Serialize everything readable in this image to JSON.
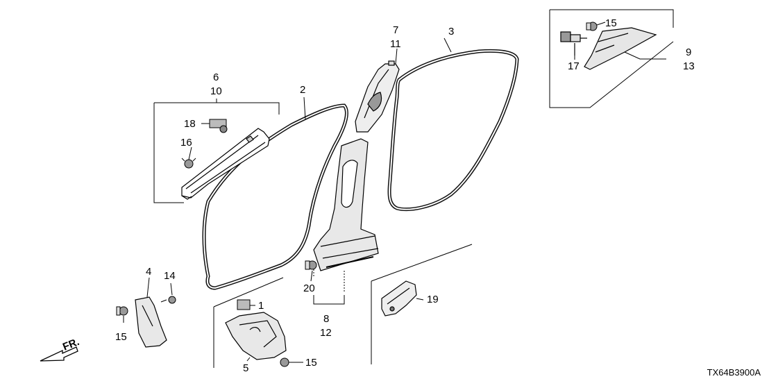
{
  "diagram": {
    "diagram_code": "TX64B3900A",
    "front_indicator": "FR.",
    "part_labels": [
      {
        "id": "1",
        "text": "1"
      },
      {
        "id": "2",
        "text": "2"
      },
      {
        "id": "3",
        "text": "3"
      },
      {
        "id": "4",
        "text": "4"
      },
      {
        "id": "5",
        "text": "5"
      },
      {
        "id": "6",
        "text": "6"
      },
      {
        "id": "7",
        "text": "7"
      },
      {
        "id": "8",
        "text": "8"
      },
      {
        "id": "9",
        "text": "9"
      },
      {
        "id": "10",
        "text": "10"
      },
      {
        "id": "11",
        "text": "11"
      },
      {
        "id": "12",
        "text": "12"
      },
      {
        "id": "13",
        "text": "13"
      },
      {
        "id": "14",
        "text": "14"
      },
      {
        "id": "15a",
        "text": "15"
      },
      {
        "id": "15b",
        "text": "15"
      },
      {
        "id": "15c",
        "text": "15"
      },
      {
        "id": "16",
        "text": "16"
      },
      {
        "id": "17",
        "text": "17"
      },
      {
        "id": "18",
        "text": "18"
      },
      {
        "id": "19",
        "text": "19"
      },
      {
        "id": "20",
        "text": "20"
      }
    ]
  }
}
